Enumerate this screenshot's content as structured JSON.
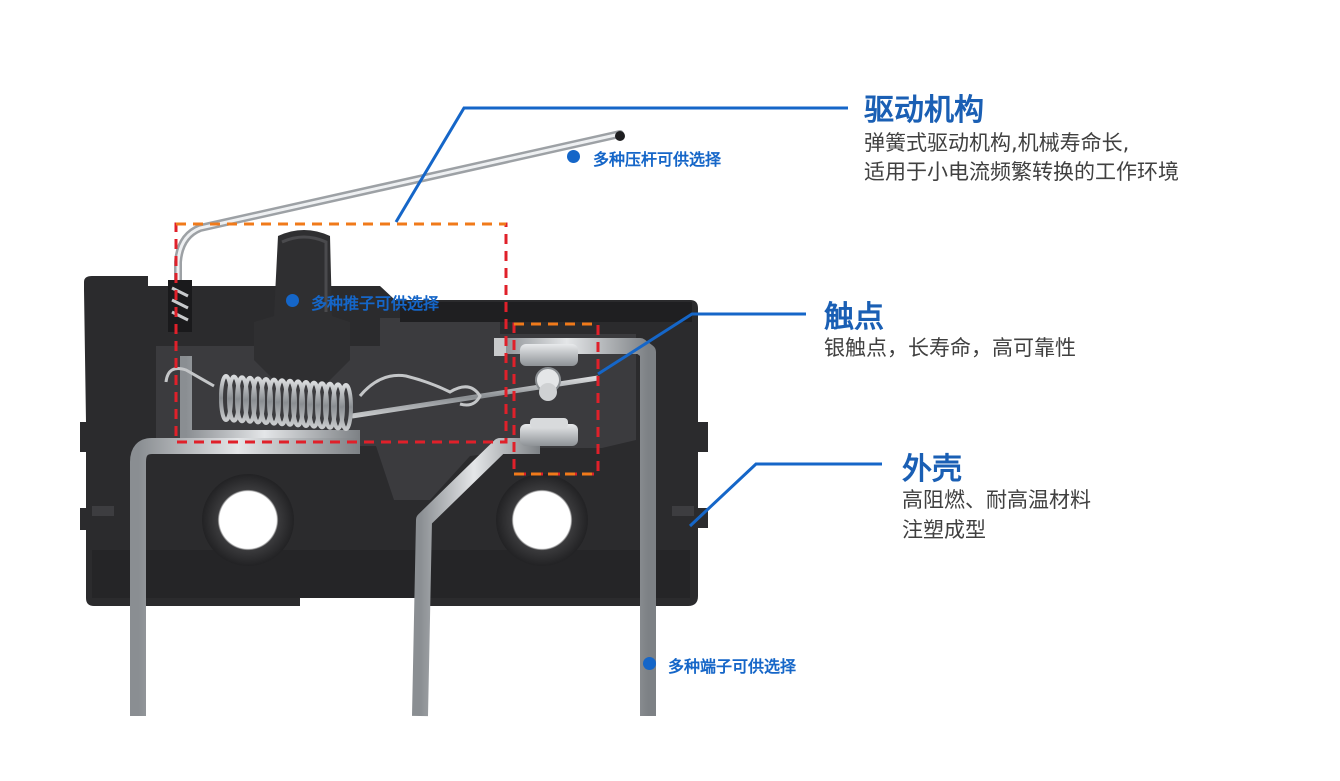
{
  "callouts": {
    "actuator": {
      "title": "驱动机构",
      "lines": [
        "弹簧式驱动机构,机械寿命长,",
        "适用于小电流频繁转换的工作环境"
      ]
    },
    "contact": {
      "title": "触点",
      "lines": [
        "银触点，长寿命，高可靠性"
      ]
    },
    "housing": {
      "title": "外壳",
      "lines": [
        "高阻燃、耐高温材料",
        "注塑成型"
      ]
    }
  },
  "tags": {
    "lever": "多种压杆可供选择",
    "plunger": "多种推子可供选择",
    "terminal": "多种端子可供选择"
  },
  "colors": {
    "accent": "#1566c8",
    "highlight_box": "#e0202a",
    "highlight_top": "#f07a1a",
    "housing": "#2a2a2c",
    "metal": "#b8bcc0"
  }
}
